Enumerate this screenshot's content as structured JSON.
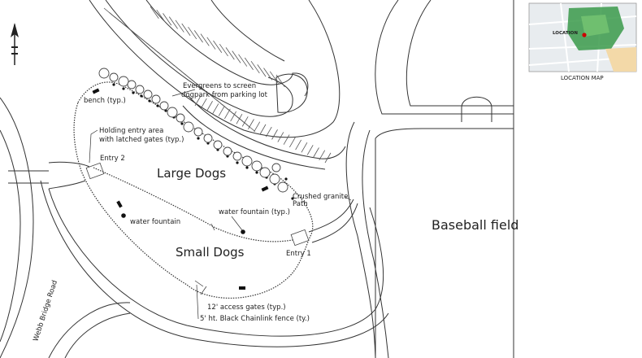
{
  "labels": {
    "evergreens": [
      "Evergreens to screen",
      "dogpark from parking lot"
    ],
    "bench": "bench (typ.)",
    "holding_area": [
      "Holding entry area",
      "with latched gates (typ.)"
    ],
    "entry2": "Entry 2",
    "large_dogs": "Large Dogs",
    "crushed_granite": [
      "Crushed granite",
      "Path"
    ],
    "water_fountain_left": "water fountain",
    "water_fountain_typ": "water fountain (typ.)",
    "baseball_field": "Baseball field",
    "entry1": "Entry 1",
    "small_dogs": "Small Dogs",
    "access_gates": "12' access gates (typ.)",
    "fence": "5' ht. Black Chainlink fence (ty.)",
    "road": "Webb Bridge Road"
  },
  "location_map": {
    "caption": "LOCATION MAP",
    "marker_label": "LOCATION"
  },
  "colors": {
    "line": "#333333",
    "map_park": "#3a9a4a",
    "map_marker": "#cc0000",
    "map_bg": "#e8ecef"
  }
}
